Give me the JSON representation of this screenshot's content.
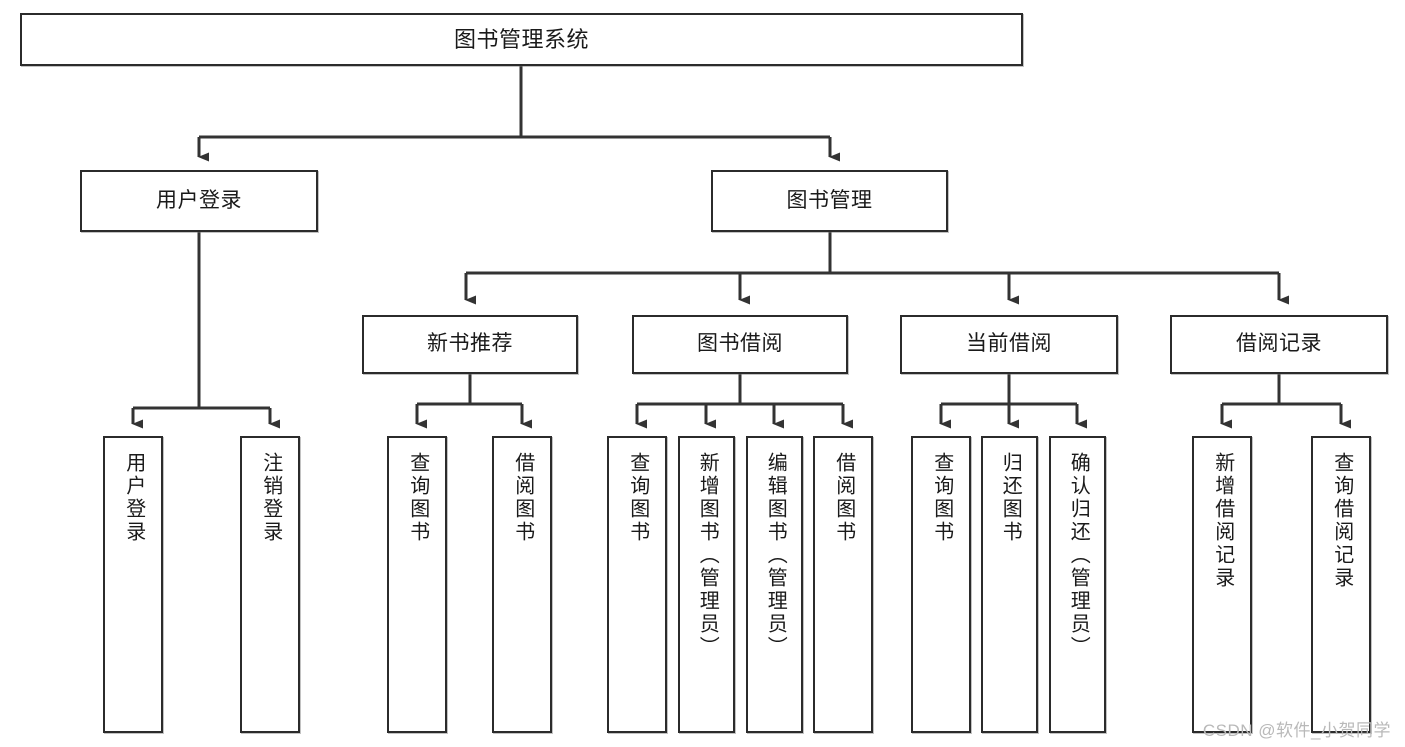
{
  "diagram": {
    "title": "图书管理系统",
    "type": "tree-hierarchy",
    "root": {
      "label": "图书管理系统"
    },
    "level2": [
      {
        "label": "用户登录"
      },
      {
        "label": "图书管理"
      }
    ],
    "level3": [
      {
        "label": "新书推荐"
      },
      {
        "label": "图书借阅"
      },
      {
        "label": "当前借阅"
      },
      {
        "label": "借阅记录"
      }
    ],
    "leaves": [
      {
        "label": "用户登录"
      },
      {
        "label": "注销登录"
      },
      {
        "label": "查询图书"
      },
      {
        "label": "借阅图书"
      },
      {
        "label": "查询图书"
      },
      {
        "label": "新增图书（管理员）"
      },
      {
        "label": "编辑图书（管理员）"
      },
      {
        "label": "借阅图书"
      },
      {
        "label": "查询图书"
      },
      {
        "label": "归还图书"
      },
      {
        "label": "确认归还（管理员）"
      },
      {
        "label": "新增借阅记录"
      },
      {
        "label": "查询借阅记录"
      }
    ]
  },
  "watermark": {
    "text": "CSDN @软件_小贺同学"
  },
  "colors": {
    "box_border": "#2b2b2b",
    "box_fill": "#ffffff",
    "edge": "#333333",
    "text": "#1a1a1a",
    "watermark": "#b9b9b9",
    "background": "#ffffff"
  }
}
